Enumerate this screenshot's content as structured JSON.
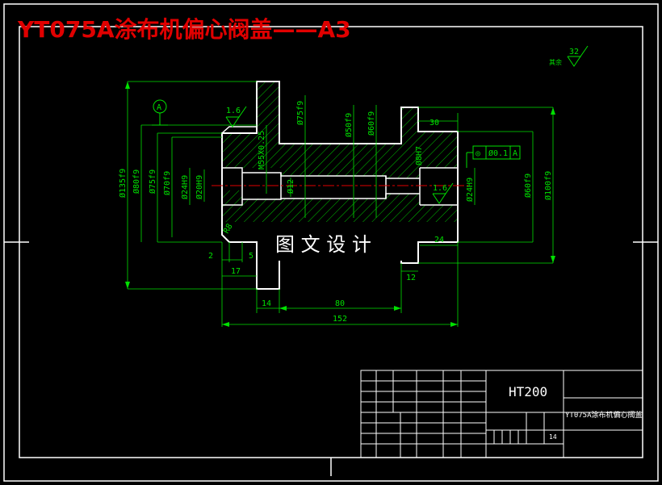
{
  "title": "YT075A涂布机偏心阀盖——A3",
  "watermark": "图 文 设 计",
  "roughness": {
    "value": "32",
    "label": "其余"
  },
  "datum": {
    "letter": "A"
  },
  "tolerance_frame": {
    "symbol": "◎",
    "value": "Ø0.1",
    "datum": "A"
  },
  "dimensions": {
    "d135": "Ø135f9",
    "d80": "Ø80f9",
    "d75_left": "Ø75f9",
    "d70": "Ø70f9",
    "d24h9": "Ø24H9",
    "d20h9": "Ø20H9",
    "d75_top": "Ø75f9",
    "d50": "Ø50f9",
    "d60_top": "Ø60f9",
    "m55": "M55X0.25",
    "d12": "Ø12",
    "d8": "Ø8H7",
    "d24h9_right": "Ø24H9",
    "d60_right": "Ø60f9",
    "d100": "Ø100f9",
    "r16_top": "1.6",
    "r16_right": "1.6",
    "l30": "30",
    "l24": "24",
    "l2": "2",
    "l5": "5",
    "l17": "17",
    "l12": "12",
    "l14": "14",
    "l80": "80",
    "l152": "152",
    "r8": "R8"
  },
  "title_block": {
    "material": "HT200",
    "part_name": "YT075A涂布机偏心阀盖",
    "sheet": "14"
  },
  "colors": {
    "outline": "#ffffff",
    "dimension": "#00e000",
    "hatch": "#00d000",
    "centerline": "#e00000",
    "title": "#e00000"
  }
}
